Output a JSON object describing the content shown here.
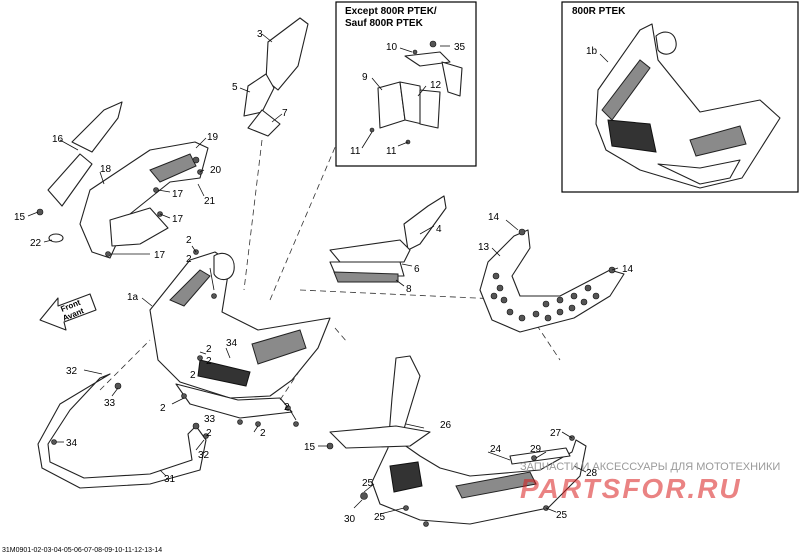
{
  "inset_left": {
    "title_line1": "Except 800R PTEK/",
    "title_line2": "Sauf 800R PTEK"
  },
  "inset_right": {
    "title": "800R PTEK"
  },
  "front_arrow": {
    "line1": "Front",
    "line2": "Avant"
  },
  "watermark": {
    "caption": "ЗАПЧАСТИ И АКСЕССУАРЫ ДЛЯ МОТОТЕХНИКИ",
    "logo": "PARTSFOR.RU"
  },
  "diagram_code": "31M0901-02-03-04-05-06-07-08-09-10-11-12-13-14",
  "callouts": [
    {
      "id": "c-3",
      "text": "3"
    },
    {
      "id": "c-5",
      "text": "5"
    },
    {
      "id": "c-7",
      "text": "7"
    },
    {
      "id": "c-16",
      "text": "16"
    },
    {
      "id": "c-19",
      "text": "19"
    },
    {
      "id": "c-18",
      "text": "18"
    },
    {
      "id": "c-20",
      "text": "20"
    },
    {
      "id": "c-17a",
      "text": "17"
    },
    {
      "id": "c-21",
      "text": "21"
    },
    {
      "id": "c-15a",
      "text": "15"
    },
    {
      "id": "c-17b",
      "text": "17"
    },
    {
      "id": "c-22",
      "text": "22"
    },
    {
      "id": "c-17c",
      "text": "17"
    },
    {
      "id": "c-2a",
      "text": "2"
    },
    {
      "id": "c-2b",
      "text": "2"
    },
    {
      "id": "c-1a",
      "text": "1a"
    },
    {
      "id": "c-2c",
      "text": "2"
    },
    {
      "id": "c-34a",
      "text": "34"
    },
    {
      "id": "c-2d",
      "text": "2"
    },
    {
      "id": "c-2e",
      "text": "2"
    },
    {
      "id": "c-32a",
      "text": "32"
    },
    {
      "id": "c-33a",
      "text": "33"
    },
    {
      "id": "c-2f",
      "text": "2"
    },
    {
      "id": "c-33b",
      "text": "33"
    },
    {
      "id": "c-2g",
      "text": "2"
    },
    {
      "id": "c-2h",
      "text": "2"
    },
    {
      "id": "c-34b",
      "text": "34"
    },
    {
      "id": "c-32b",
      "text": "32"
    },
    {
      "id": "c-31",
      "text": "31"
    },
    {
      "id": "c-10",
      "text": "10"
    },
    {
      "id": "c-35",
      "text": "35"
    },
    {
      "id": "c-9",
      "text": "9"
    },
    {
      "id": "c-12",
      "text": "12"
    },
    {
      "id": "c-11a",
      "text": "11"
    },
    {
      "id": "c-11b",
      "text": "11"
    },
    {
      "id": "c-1b",
      "text": "1b"
    },
    {
      "id": "c-4",
      "text": "4"
    },
    {
      "id": "c-6",
      "text": "6"
    },
    {
      "id": "c-8",
      "text": "8"
    },
    {
      "id": "c-14a",
      "text": "14"
    },
    {
      "id": "c-13",
      "text": "13"
    },
    {
      "id": "c-14b",
      "text": "14"
    },
    {
      "id": "c-2i",
      "text": "2"
    },
    {
      "id": "c-26",
      "text": "26"
    },
    {
      "id": "c-15b",
      "text": "15"
    },
    {
      "id": "c-24",
      "text": "24"
    },
    {
      "id": "c-27",
      "text": "27"
    },
    {
      "id": "c-29",
      "text": "29"
    },
    {
      "id": "c-28",
      "text": "28"
    },
    {
      "id": "c-25a",
      "text": "25"
    },
    {
      "id": "c-30",
      "text": "30"
    },
    {
      "id": "c-25b",
      "text": "25"
    },
    {
      "id": "c-25c",
      "text": "25"
    }
  ]
}
